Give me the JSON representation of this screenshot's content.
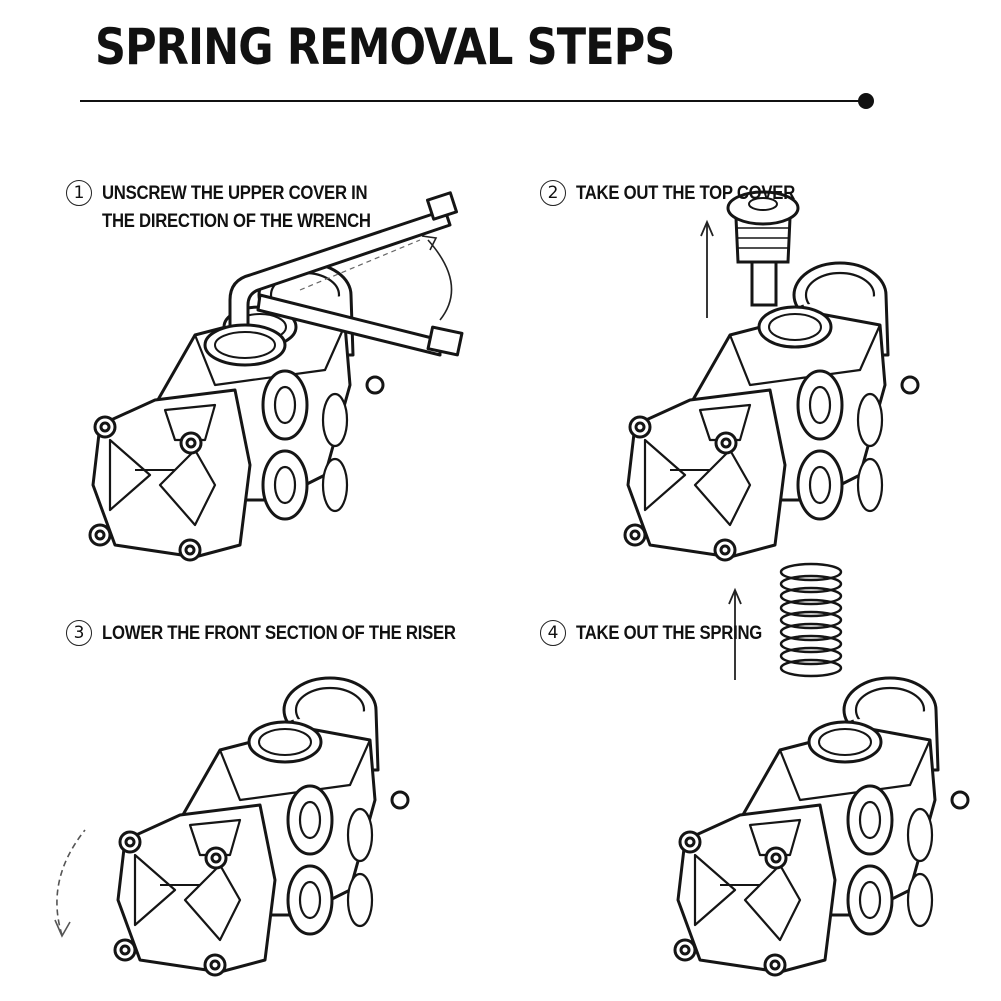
{
  "title": "SPRING REMOVAL STEPS",
  "steps": [
    {
      "number": "1",
      "line1": "UNSCREW THE UPPER COVER IN",
      "line2": "THE DIRECTION OF THE WRENCH"
    },
    {
      "number": "2",
      "line1": "TAKE OUT THE TOP COVER",
      "line2": ""
    },
    {
      "number": "3",
      "line1": "LOWER THE FRONT SECTION OF THE RISER",
      "line2": ""
    },
    {
      "number": "4",
      "line1": "TAKE OUT THE SPRING",
      "line2": ""
    }
  ],
  "icons": [
    "hex-wrench-icon",
    "top-cover-icon",
    "spring-icon",
    "up-arrow-icon",
    "rotation-arrow-icon",
    "stem-icon"
  ]
}
